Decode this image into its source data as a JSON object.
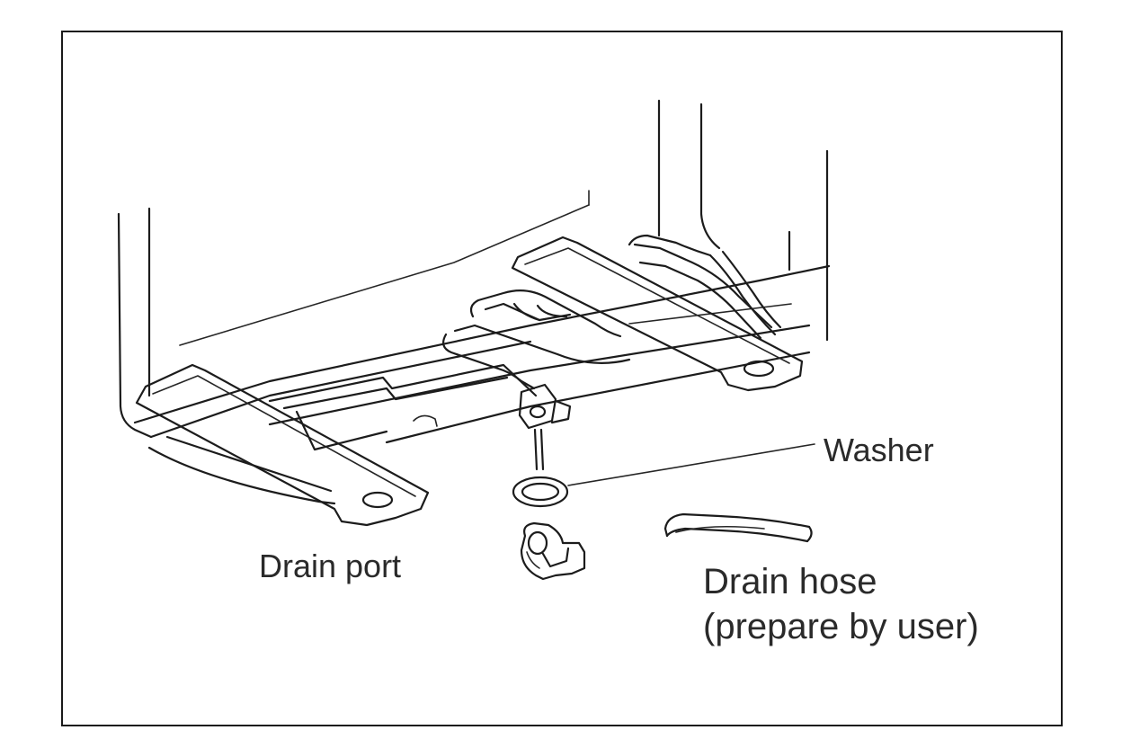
{
  "labels": {
    "washer": "Washer",
    "drain_port": "Drain port",
    "drain_hose": "Drain hose",
    "drain_hose_note": "(prepare by user)"
  },
  "colors": {
    "line": "#1c1c1c",
    "text": "#2a2a2a",
    "background": "#ffffff"
  }
}
